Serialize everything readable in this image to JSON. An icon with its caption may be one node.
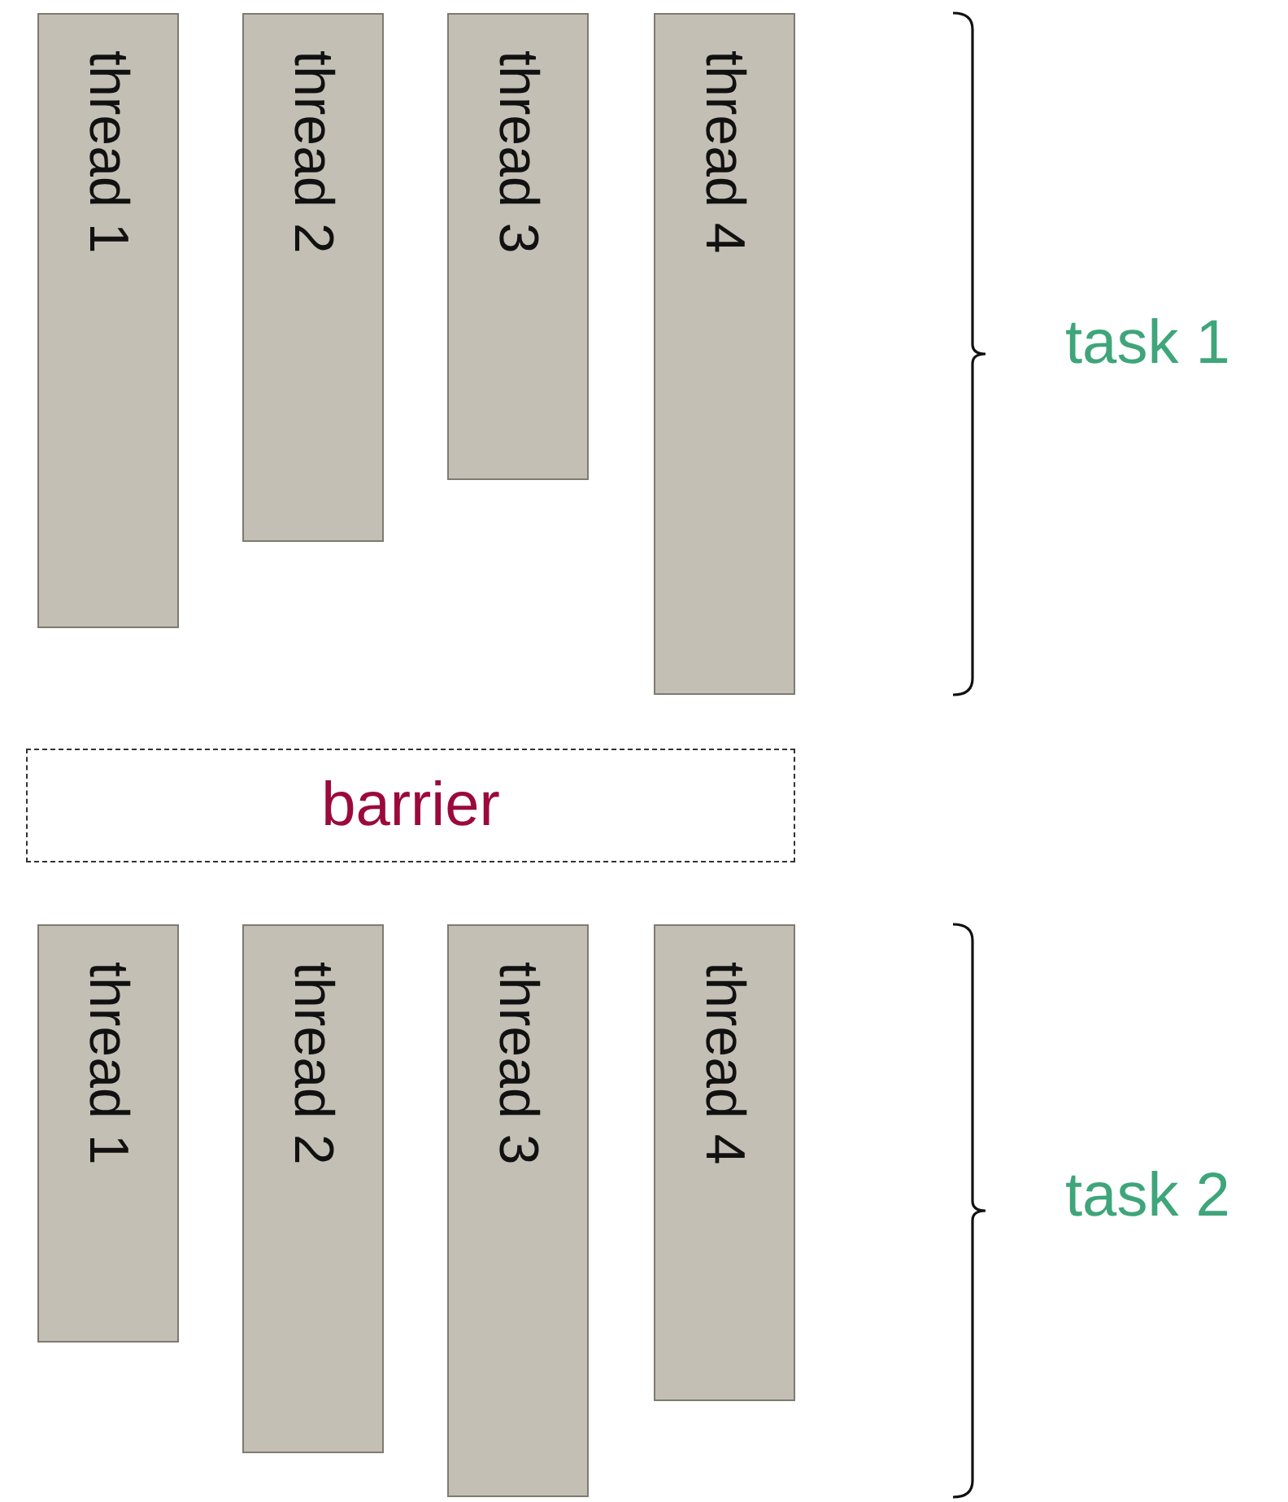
{
  "diagram": {
    "nodes": [
      {
        "text": [
          "thread 1"
        ]
      },
      {
        "text": [
          "thread 2"
        ]
      },
      {
        "text": [
          "thread 3"
        ]
      },
      {
        "text": [
          "thread 4"
        ]
      },
      {
        "text": [
          "barrier"
        ]
      },
      {
        "text": [
          "thread 1"
        ]
      },
      {
        "text": [
          "thread 2"
        ]
      },
      {
        "text": [
          "thread 3"
        ]
      },
      {
        "text": [
          "thread 4"
        ]
      }
    ],
    "labels": [
      "task 1",
      "task 2"
    ]
  }
}
